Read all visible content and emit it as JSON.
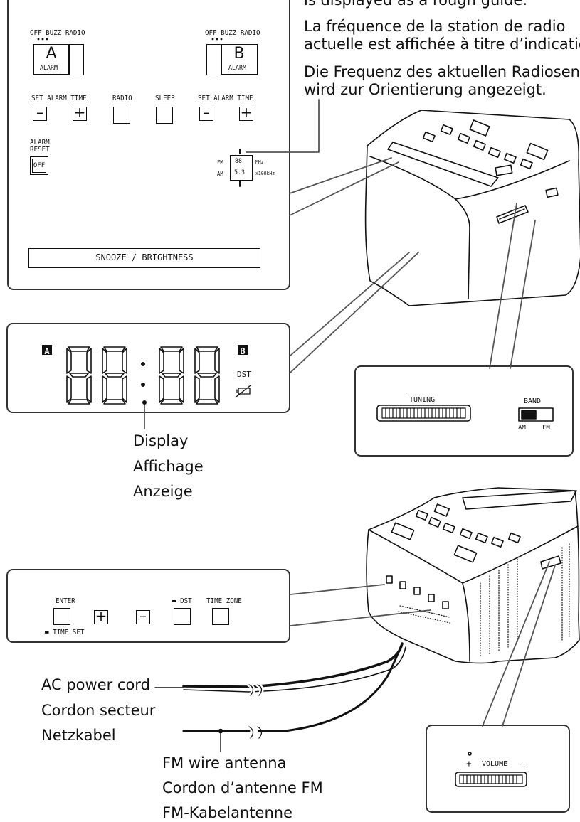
{
  "captions": {
    "freq_en": "is displayed as a rough guide.",
    "freq_fr1": "La fréquence de la station de radio",
    "freq_fr2": "actuelle est affichée à titre d’indicatior",
    "freq_de1": "Die Frequenz des aktuellen Radiosend",
    "freq_de2": "wird zur Orientierung angezeigt.",
    "display_en": "Display",
    "display_fr": "Affichage",
    "display_de": "Anzeige",
    "power_en": "AC power cord",
    "power_fr": "Cordon secteur",
    "power_de": "Netzkabel",
    "antenna_en": "FM wire antenna",
    "antenna_fr": "Cordon d’antenne FM",
    "antenna_de": "FM-Kabelantenne"
  },
  "top_panel": {
    "alarm_a_modes": "OFF BUZZ RADIO",
    "alarm_b_modes": "OFF BUZZ RADIO",
    "alarm_a_letter": "A",
    "alarm_b_letter": "B",
    "alarm_word": "ALARM",
    "set_alarm_time_a": "SET ALARM TIME",
    "set_alarm_time_b": "SET ALARM TIME",
    "radio_label": "RADIO",
    "sleep_label": "SLEEP",
    "alarm_reset_1": "ALARM",
    "alarm_reset_2": "RESET",
    "off_label": "OFF",
    "fm_label": "FM",
    "am_label": "AM",
    "fm_value": "88",
    "am_value": "5.3",
    "mhz_unit": "MHz",
    "khz_unit": "x100kHz",
    "snooze_label": "SNOOZE / BRIGHTNESS"
  },
  "display_panel": {
    "alarm_a_indicator": "A",
    "alarm_b_indicator": "B",
    "dst_label": "DST",
    "digits": "88:88"
  },
  "tuning_panel": {
    "tuning_label": "TUNING",
    "band_label": "BAND",
    "am_label": "AM",
    "fm_label": "FM"
  },
  "bottom_panel": {
    "enter_label": "ENTER",
    "time_set_label": "TIME SET",
    "dst_label": "DST",
    "time_zone_label": "TIME ZONE"
  },
  "volume_panel": {
    "plus_label": "+",
    "volume_label": "VOLUME",
    "minus_label": "–"
  },
  "colors": {
    "line": "#333333",
    "ink": "#111111"
  }
}
